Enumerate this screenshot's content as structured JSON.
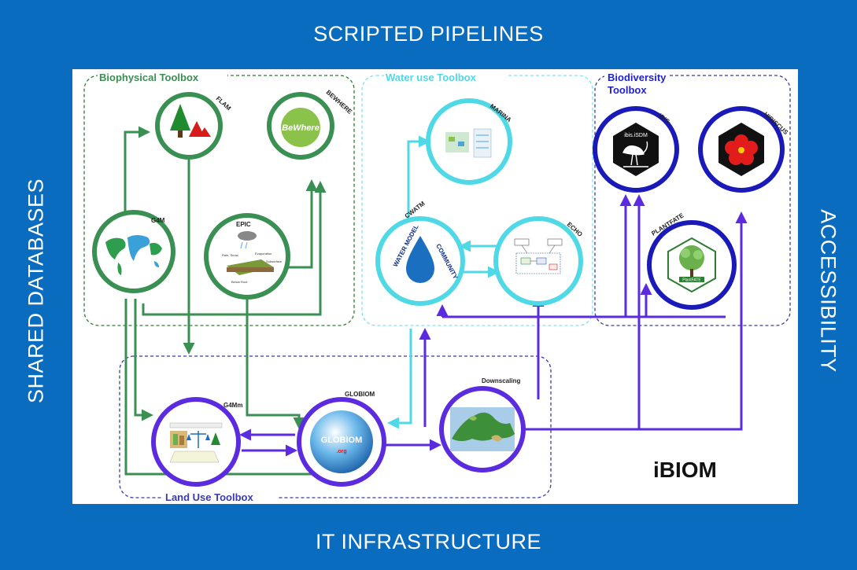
{
  "edges": {
    "top": "SCRIPTED PIPELINES",
    "bottom": "IT INFRASTRUCTURE",
    "left": "SHARED DATABASES",
    "right": "ACCESSIBILITY"
  },
  "toolboxes": {
    "biophysical": "Biophysical Toolbox",
    "water": "Water use Toolbox",
    "biodiversity_line1": "Biodiversity",
    "biodiversity_line2": "Toolbox",
    "landuse": "Land Use Toolbox"
  },
  "models": {
    "flam": "FLAM",
    "bewhere": "BEWHERE",
    "g4m": "G4M",
    "epic": "EPIC",
    "marina": "MARINA",
    "cwatm": "CWATM",
    "echo": "ECHO",
    "ibis": "IBIS",
    "hibiscus": "HIBISCUS",
    "plantfate": "PLANTFATE",
    "g4mm": "G4Mm",
    "globiom": "GLOBIOM",
    "downscaling": "Downscaling"
  },
  "logos": {
    "bewhere": "BeWhere",
    "cwatm_top": "WATER MODEL",
    "cwatm_bottom": "COMMUNITY",
    "globiom": "GLOBIOM",
    "globiom_org": ".org",
    "ibis": "ibis.iSDM",
    "plantfate": "PlantFATE"
  },
  "brand": "iBIOM",
  "colors": {
    "background": "#0a6cbf",
    "panel": "#ffffff",
    "biophysical": "#3a8f52",
    "biophysical_box": "#2e7d32",
    "water": "#4fd9e6",
    "water_box": "#7fe3ec",
    "biodiversity": "#2222cc",
    "landuse": "#5b2be0",
    "landuse_box": "#3a3aaa"
  }
}
